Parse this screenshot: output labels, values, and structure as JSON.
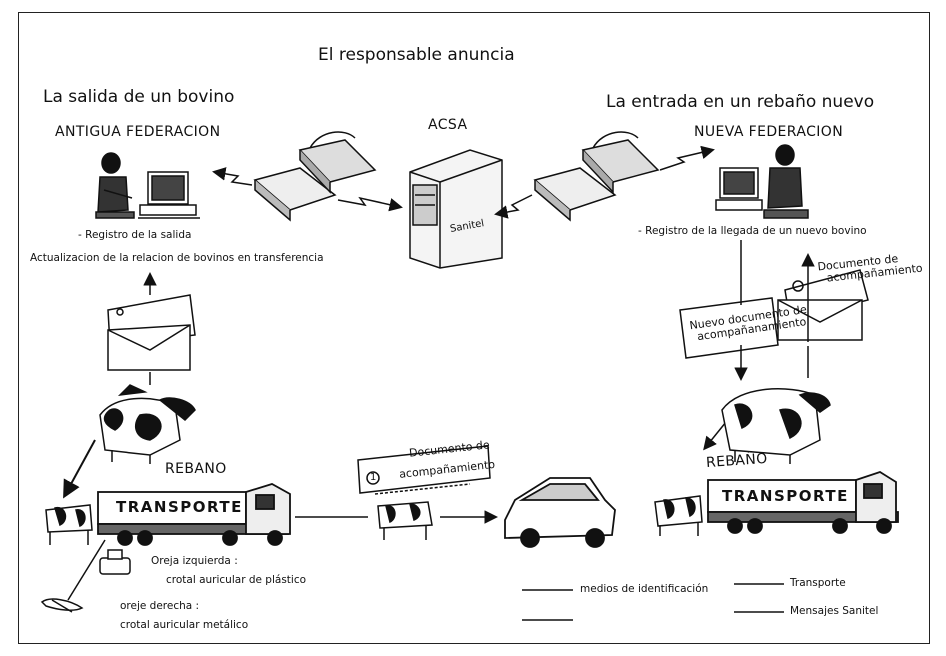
{
  "titles": {
    "main": "El responsable anuncia",
    "left": "La salida de un bovino",
    "right": "La entrada en un rebaño nuevo"
  },
  "entities": {
    "old_federation": "ANTIGUA FEDERACION",
    "acsa": "ACSA",
    "new_federation": "NUEVA FEDERACION",
    "server_label": "Sanitel"
  },
  "left_actions": {
    "register_exit": "- Registro de la salida",
    "update_relation": "Actualizacion de la relacion de bovinos en transferencia"
  },
  "right_actions": {
    "register_arrival": "- Registro de la llegada de un nuevo bovino"
  },
  "documents": {
    "doc_right_line1": "Documento de",
    "doc_right_line2": "acompañamiento",
    "new_doc_line1": "Nuevo documento de",
    "new_doc_line2": "acompañanamiento",
    "doc_middle_line1": "Documento de",
    "doc_middle_line2": "acompañamiento",
    "doc_number": "1"
  },
  "herds": {
    "left": "REBANO",
    "right": "REBAÑO"
  },
  "transport": {
    "left": "TRANSPORTE",
    "right": "TRANSPORTE"
  },
  "tags": {
    "left_ear_title": "Oreja izquierda :",
    "left_ear_desc": "crotal auricular de plástico",
    "right_ear_title": "oreje derecha :",
    "right_ear_desc": "crotal auricular metálico"
  },
  "legend": {
    "identification": "medios de identificación",
    "transport": "Transporte",
    "sanitel": "Mensajes Sanitel"
  },
  "colors": {
    "ink": "#111111",
    "background": "#ffffff"
  }
}
